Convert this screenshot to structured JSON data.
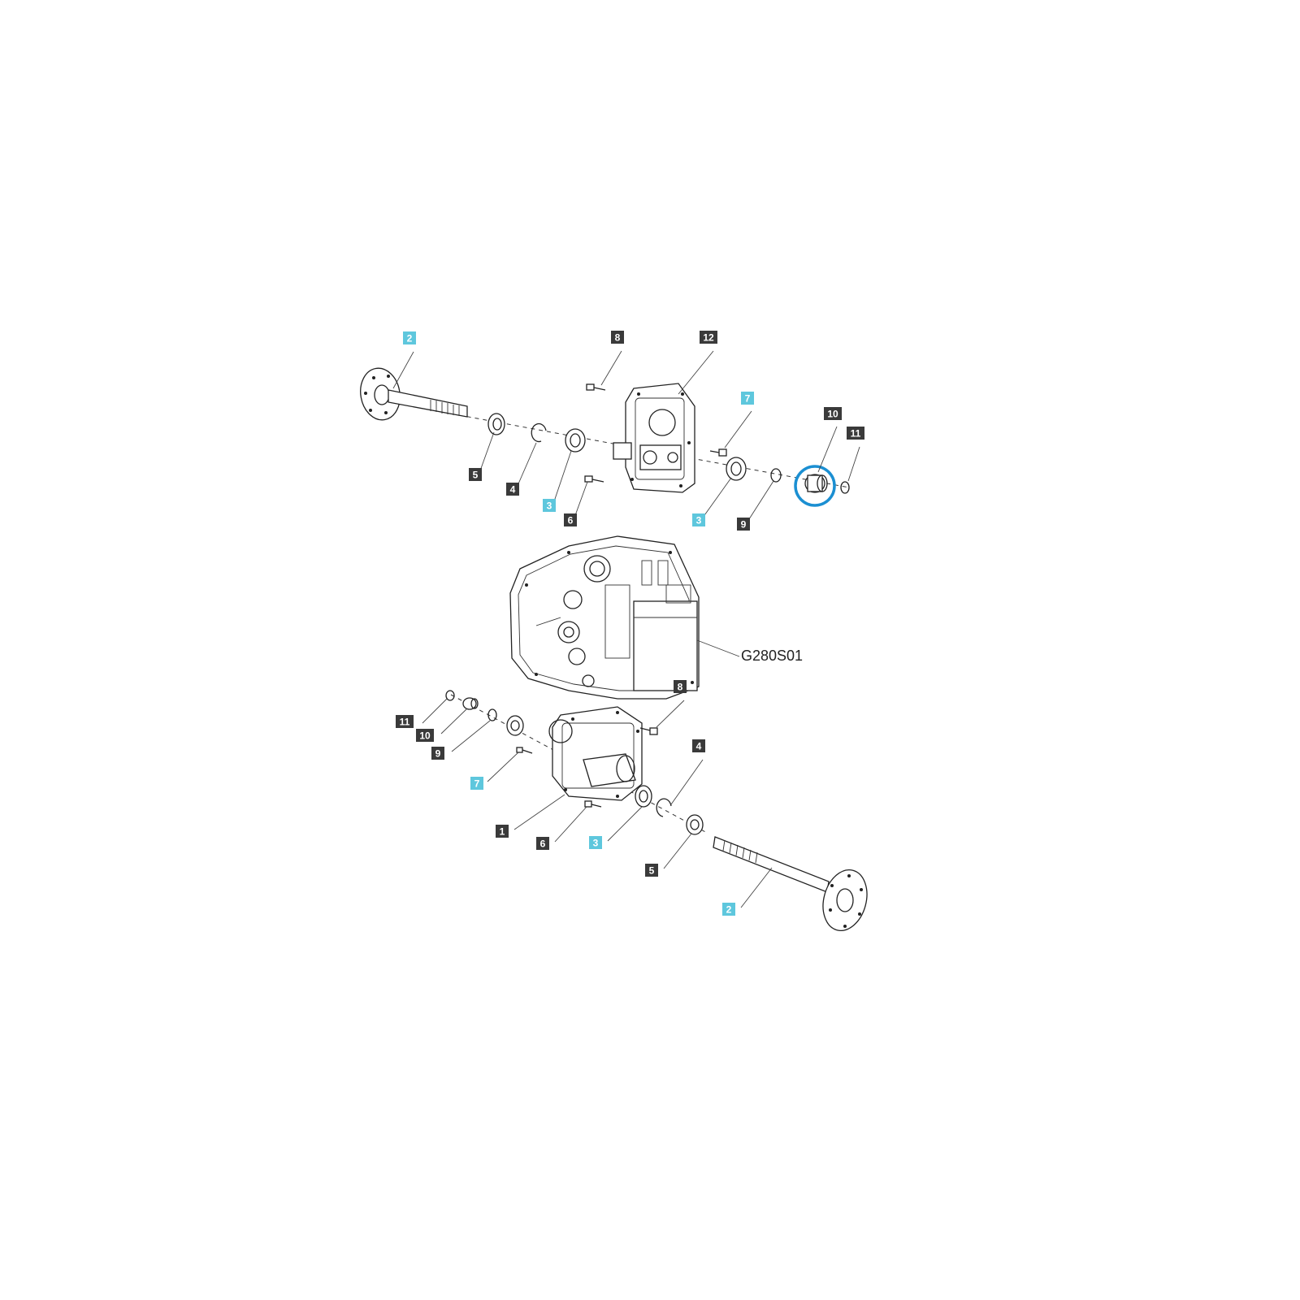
{
  "figure_code": "G280S01",
  "highlight_color": "#1b8fd2",
  "tag_colors": {
    "standard": "#3a3a3a",
    "highlighted": "#5ec7dd"
  },
  "callouts": [
    {
      "id": "c-top-2",
      "label": "2",
      "style": "cyan"
    },
    {
      "id": "c-top-8",
      "label": "8",
      "style": "dark"
    },
    {
      "id": "c-top-12",
      "label": "12",
      "style": "dark"
    },
    {
      "id": "c-top-7",
      "label": "7",
      "style": "cyan"
    },
    {
      "id": "c-top-10",
      "label": "10",
      "style": "dark"
    },
    {
      "id": "c-top-11",
      "label": "11",
      "style": "dark"
    },
    {
      "id": "c-top-5",
      "label": "5",
      "style": "dark"
    },
    {
      "id": "c-top-4",
      "label": "4",
      "style": "dark"
    },
    {
      "id": "c-top-3a",
      "label": "3",
      "style": "cyan"
    },
    {
      "id": "c-top-6",
      "label": "6",
      "style": "dark"
    },
    {
      "id": "c-top-3b",
      "label": "3",
      "style": "cyan"
    },
    {
      "id": "c-top-9",
      "label": "9",
      "style": "dark"
    },
    {
      "id": "c-bot-8",
      "label": "8",
      "style": "dark"
    },
    {
      "id": "c-bot-11",
      "label": "11",
      "style": "dark"
    },
    {
      "id": "c-bot-10",
      "label": "10",
      "style": "dark"
    },
    {
      "id": "c-bot-9",
      "label": "9",
      "style": "dark"
    },
    {
      "id": "c-bot-4",
      "label": "4",
      "style": "dark"
    },
    {
      "id": "c-bot-7",
      "label": "7",
      "style": "cyan"
    },
    {
      "id": "c-bot-1",
      "label": "1",
      "style": "dark"
    },
    {
      "id": "c-bot-6",
      "label": "6",
      "style": "dark"
    },
    {
      "id": "c-bot-3",
      "label": "3",
      "style": "cyan"
    },
    {
      "id": "c-bot-5",
      "label": "5",
      "style": "dark"
    },
    {
      "id": "c-bot-2",
      "label": "2",
      "style": "cyan"
    }
  ]
}
